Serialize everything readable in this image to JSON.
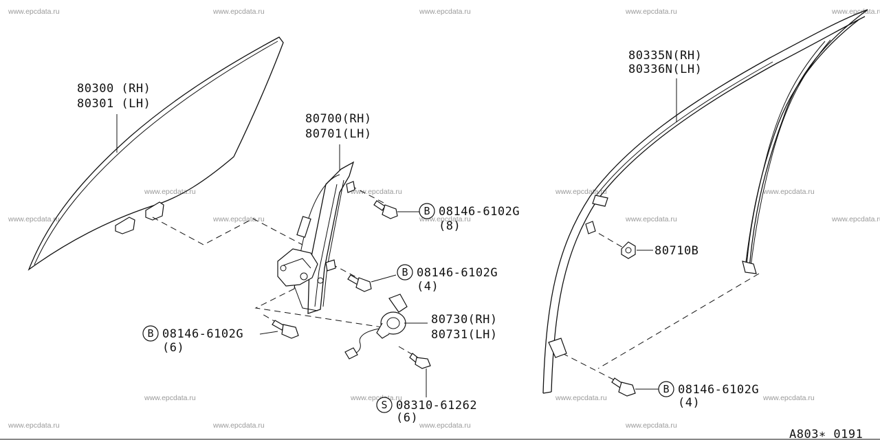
{
  "watermark": "www.epcdata.ru",
  "callouts": {
    "glass": {
      "line1": "80300 (RH)",
      "line2": "80301 (LH)"
    },
    "regulator": {
      "line1": "80700(RH)",
      "line2": "80701(LH)"
    },
    "sash": {
      "line1": "80335N(RH)",
      "line2": "80336N(LH)"
    },
    "bolt_top": {
      "symbol": "B",
      "part": "08146-6102G",
      "qty": "(8)"
    },
    "bolt_mid": {
      "symbol": "B",
      "part": "08146-6102G",
      "qty": "(4)"
    },
    "bolt_left": {
      "symbol": "B",
      "part": "08146-6102G",
      "qty": "(6)"
    },
    "motor": {
      "line1": "80730(RH)",
      "line2": "80731(LH)"
    },
    "screw": {
      "symbol": "S",
      "part": "08310-61262",
      "qty": "(6)"
    },
    "clip": {
      "part": "80710B"
    },
    "bolt_sash": {
      "symbol": "B",
      "part": "08146-6102G",
      "qty": "(4)"
    }
  },
  "figure_code": "A803∗ 0191"
}
